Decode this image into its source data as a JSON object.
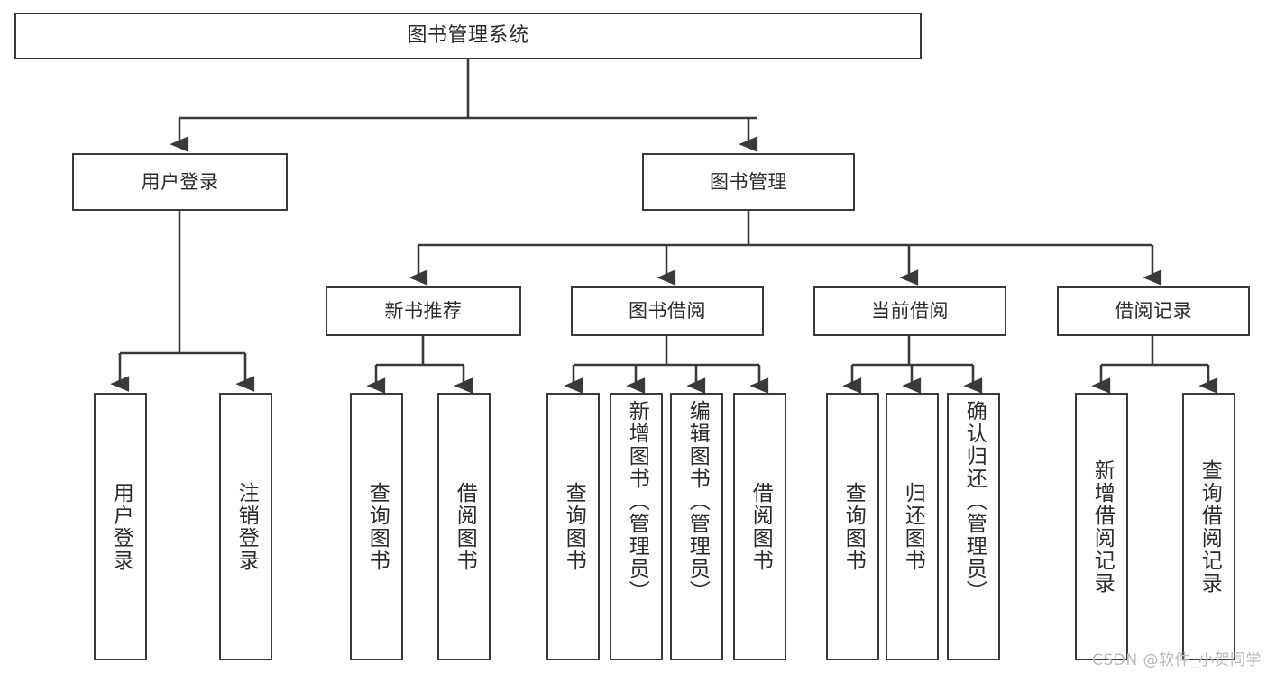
{
  "diagram": {
    "type": "tree-hierarchy",
    "title": "图书管理系统",
    "watermark": "CSDN @软件_小贺同学",
    "colors": {
      "background": "#ffffff",
      "node_fill": "#ffffff",
      "node_stroke": "#3a3a3a",
      "edge_stroke": "#3a3a3a",
      "text": "#2b2b2b",
      "watermark_text": "#b9b9b9"
    },
    "levels": 4,
    "nodes": {
      "root": {
        "label": "图书管理系统"
      },
      "level2": [
        {
          "id": "user-login",
          "label": "用户登录"
        },
        {
          "id": "book-manage",
          "label": "图书管理"
        }
      ],
      "level3": [
        {
          "id": "new-book-recommend",
          "label": "新书推荐"
        },
        {
          "id": "book-borrow",
          "label": "图书借阅"
        },
        {
          "id": "current-borrow",
          "label": "当前借阅"
        },
        {
          "id": "borrow-record",
          "label": "借阅记录"
        }
      ],
      "leaves": {
        "user-login": [
          {
            "id": "leaf-user-login",
            "label": "用户登录"
          },
          {
            "id": "leaf-logout-login",
            "label": "注销登录"
          }
        ],
        "new-book-recommend": [
          {
            "id": "leaf-query-book-1",
            "label": "查询图书"
          },
          {
            "id": "leaf-borrow-book-1",
            "label": "借阅图书"
          }
        ],
        "book-borrow": [
          {
            "id": "leaf-query-book-2",
            "label": "查询图书"
          },
          {
            "id": "leaf-add-book",
            "label": "新增图书（管理员）"
          },
          {
            "id": "leaf-edit-book",
            "label": "编辑图书（管理员）"
          },
          {
            "id": "leaf-borrow-book-2",
            "label": "借阅图书"
          }
        ],
        "current-borrow": [
          {
            "id": "leaf-query-book-3",
            "label": "查询图书"
          },
          {
            "id": "leaf-return-book",
            "label": "归还图书"
          },
          {
            "id": "leaf-confirm-return",
            "label": "确认归还（管理员）"
          }
        ],
        "borrow-record": [
          {
            "id": "leaf-add-record",
            "label": "新增借阅记录"
          },
          {
            "id": "leaf-query-record",
            "label": "查询借阅记录"
          }
        ]
      }
    },
    "edges": [
      {
        "from": "图书管理系统",
        "to": "用户登录"
      },
      {
        "from": "图书管理系统",
        "to": "图书管理"
      },
      {
        "from": "用户登录",
        "to": "用户登录"
      },
      {
        "from": "用户登录",
        "to": "注销登录"
      },
      {
        "from": "图书管理",
        "to": "新书推荐"
      },
      {
        "from": "图书管理",
        "to": "图书借阅"
      },
      {
        "from": "图书管理",
        "to": "当前借阅"
      },
      {
        "from": "图书管理",
        "to": "借阅记录"
      },
      {
        "from": "新书推荐",
        "to": "查询图书"
      },
      {
        "from": "新书推荐",
        "to": "借阅图书"
      },
      {
        "from": "图书借阅",
        "to": "查询图书"
      },
      {
        "from": "图书借阅",
        "to": "新增图书（管理员）"
      },
      {
        "from": "图书借阅",
        "to": "编辑图书（管理员）"
      },
      {
        "from": "图书借阅",
        "to": "借阅图书"
      },
      {
        "from": "当前借阅",
        "to": "查询图书"
      },
      {
        "from": "当前借阅",
        "to": "归还图书"
      },
      {
        "from": "当前借阅",
        "to": "确认归还（管理员）"
      },
      {
        "from": "借阅记录",
        "to": "新增借阅记录"
      },
      {
        "from": "借阅记录",
        "to": "查询借阅记录"
      }
    ]
  }
}
